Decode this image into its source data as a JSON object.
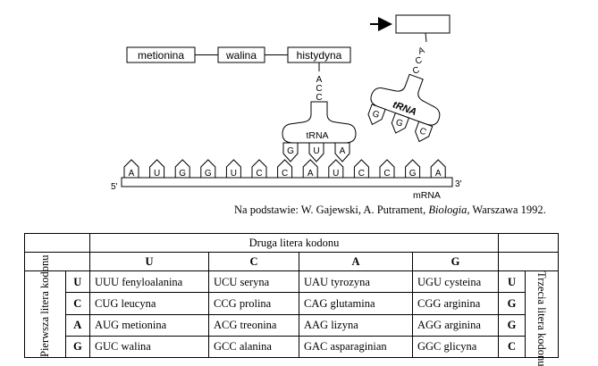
{
  "diagram": {
    "chain": [
      "metionina",
      "walina",
      "histydyna"
    ],
    "trna_left": {
      "label": "tRNA",
      "anticodon": [
        "G",
        "U",
        "A"
      ],
      "stem": [
        "A",
        "C",
        "C"
      ]
    },
    "trna_right": {
      "label": "tRNA",
      "anticodon": [
        "G",
        "G",
        "C"
      ],
      "stem": [
        "A",
        "C",
        "C"
      ]
    },
    "mrna": {
      "label": "mRNA",
      "end5": "5'",
      "end3": "3'",
      "bases": [
        "A",
        "U",
        "G",
        "G",
        "U",
        "C",
        "C",
        "A",
        "U",
        "C",
        "C",
        "G",
        "A"
      ]
    }
  },
  "source": {
    "prefix": "Na podstawie: W. Gajewski, A. Putrament, ",
    "title": "Biologia",
    "suffix": ", Warszawa 1992."
  },
  "table": {
    "top_header": "Druga litera kodonu",
    "second_letters": [
      "U",
      "C",
      "A",
      "G"
    ],
    "left_label": "Pierwsza litera kodonu",
    "right_label": "Trzecia litera kodonu",
    "rows": [
      {
        "first": "U",
        "third": "U",
        "cells": [
          "UUU fenyloalanina",
          "UCU seryna",
          "UAU tyrozyna",
          "UGU cysteina"
        ]
      },
      {
        "first": "C",
        "third": "G",
        "cells": [
          "CUG leucyna",
          "CCG prolina",
          "CAG glutamina",
          "CGG arginina"
        ]
      },
      {
        "first": "A",
        "third": "G",
        "cells": [
          "AUG metionina",
          "ACG treonina",
          "AAG lizyna",
          "AGG arginina"
        ]
      },
      {
        "first": "G",
        "third": "C",
        "cells": [
          "GUC walina",
          "GCC alanina",
          "GAC asparaginian",
          "GGC glicyna"
        ]
      }
    ]
  }
}
